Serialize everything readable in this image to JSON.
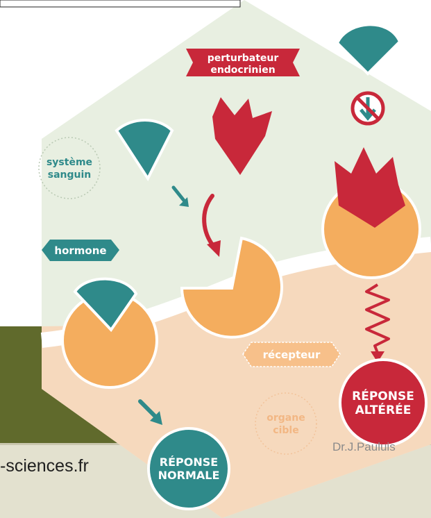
{
  "labels": {
    "perturbateur_line1": "perturbateur",
    "perturbateur_line2": "endocrinien",
    "systeme_line1": "système",
    "systeme_line2": "sanguin",
    "hormone": "hormone",
    "recepteur": "récepteur",
    "organe_line1": "organe",
    "organe_line2": "cible",
    "reponse_normale_line1": "RÉPONSE",
    "reponse_normale_line2": "NORMALE",
    "reponse_alteree_line1": "RÉPONSE",
    "reponse_alteree_line2": "ALTÉRÉE"
  },
  "footer": {
    "site": "-sciences.fr",
    "author": "Dr.J.Pauluis"
  },
  "colors": {
    "teal": "#2f8a8a",
    "red": "#c8283a",
    "orange": "#f4ad5e",
    "light_green": "#e8efe1",
    "peach": "#f6d9bd",
    "olive": "#606a2c",
    "footer_bg": "#e3e1cf"
  }
}
